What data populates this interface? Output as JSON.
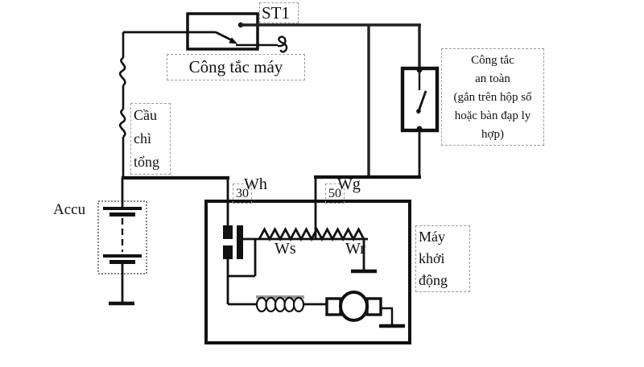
{
  "diagram": {
    "title_hint": "Starter motor circuit diagram (Vietnamese)",
    "labels": {
      "st1": "ST1",
      "ignition_switch": "Công tắc máy",
      "main_fuse": [
        "Cầu",
        "chì",
        "tổng"
      ],
      "battery": "Accu",
      "safety_switch": [
        "Công tắc",
        "an toàn",
        "(gắn trên hộp số",
        "hoặc bàn đạp ly",
        "hợp)"
      ],
      "terminal_30": "30",
      "winding_wh": "Wh",
      "terminal_50": "50",
      "winding_wg": "Wg",
      "winding_ws": "Ws",
      "winding_wr": "Wr",
      "starter_motor": [
        "Máy",
        "khởi",
        "động"
      ]
    },
    "colors": {
      "line": "#111111",
      "label_border": "#9a9a9a",
      "coil_core": "#999999",
      "background": "#ffffff"
    }
  }
}
